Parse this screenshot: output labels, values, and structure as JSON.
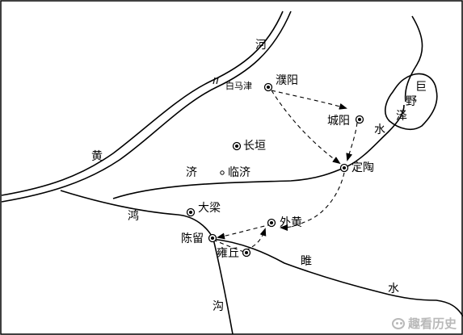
{
  "rivers": {
    "yellow_river_1": "河",
    "yellow_river_2": "黄",
    "ji_river": "济",
    "ji_shui": "水",
    "hong_1": "鸿",
    "hong_2": "沟",
    "sui_1": "睢",
    "sui_2": "水"
  },
  "lake": {
    "line1": "巨",
    "line2": "野",
    "line3": "泽"
  },
  "places": {
    "baimajin": "白马津",
    "puyang": "濮阳",
    "chengyang": "城阳",
    "changheng": "长垣",
    "linji": "临济",
    "dingtao": "定陶",
    "daliang": "大梁",
    "waihuang": "外黄",
    "chenliu": "陈留",
    "yongqiu": "雍丘"
  },
  "watermark": "趣看历史",
  "colors": {
    "line": "#000000",
    "background": "#ffffff",
    "watermark": "#b9b9b9"
  }
}
